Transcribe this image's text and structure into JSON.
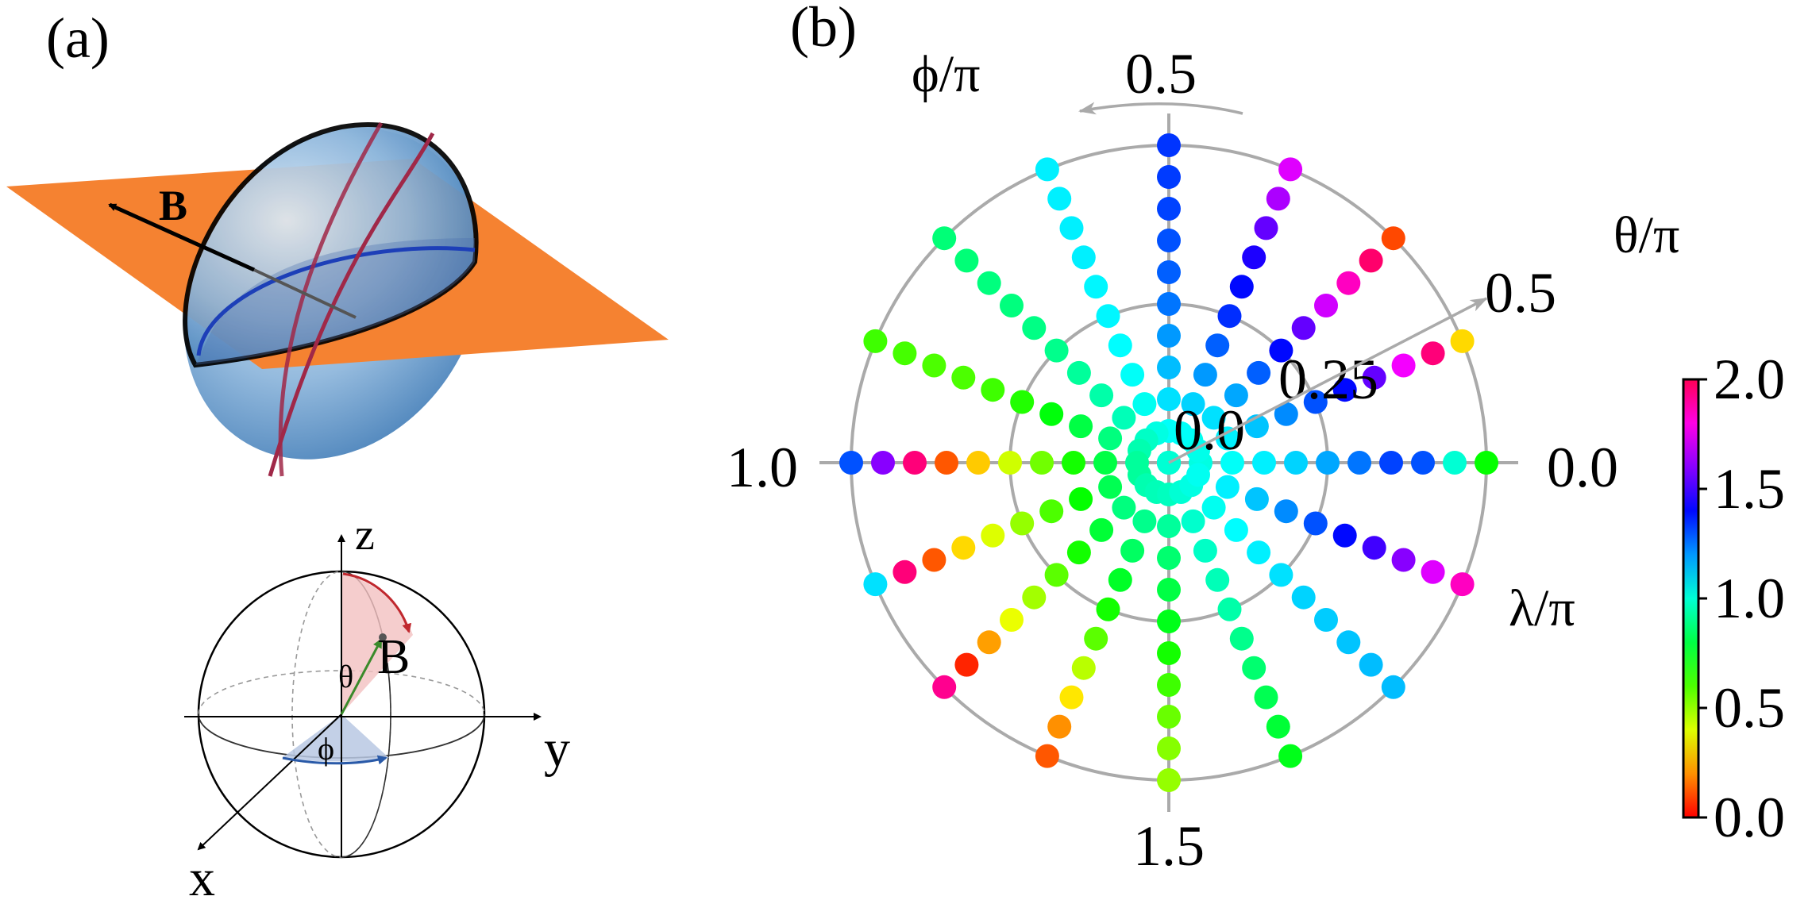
{
  "panel_a": {
    "label": "(a)",
    "field_label": "B",
    "axes": {
      "x": "x",
      "y": "y",
      "z": "z"
    },
    "vector_label": "B",
    "theta_label": "θ",
    "phi_label": "ϕ",
    "colors": {
      "plane": "#f58231",
      "ellipsoid": "#5b93c8",
      "ellipse_blue": "#1d3fb8",
      "ellipse_red": "#a02848"
    }
  },
  "panel_b": {
    "label": "(b)",
    "phi_axis_label": "ϕ/π",
    "theta_axis_label": "θ/π",
    "lambda_label": "λ/π"
  },
  "chart_data": {
    "type": "scatter",
    "coordinate_system": "polar",
    "angular_ticks": [
      {
        "value": 0.0,
        "label": "0.0"
      },
      {
        "value": 0.5,
        "label": "0.5"
      },
      {
        "value": 1.0,
        "label": "1.0"
      },
      {
        "value": 1.5,
        "label": "1.5"
      }
    ],
    "radial_ticks": [
      {
        "value": 0.0,
        "label": "0.0"
      },
      {
        "value": 0.25,
        "label": "0.25"
      },
      {
        "value": 0.5,
        "label": "0.5"
      }
    ],
    "radial_range": [
      0,
      0.5
    ],
    "angular_step": 0.125,
    "points_per_spoke": 11,
    "color_scale": {
      "min": 0.0,
      "max": 2.0,
      "colormap": "hsv"
    },
    "colorbar_ticks": [
      "0.0",
      "0.5",
      "1.0",
      "1.5",
      "2.0"
    ],
    "spokes": [
      {
        "phi": 0.0,
        "lambda": [
          1.0,
          1.02,
          1.05,
          1.08,
          1.12,
          1.18,
          1.25,
          1.32,
          1.3,
          1.0,
          0.7
        ]
      },
      {
        "phi": 0.125,
        "lambda": [
          1.0,
          1.03,
          1.08,
          1.14,
          1.22,
          1.3,
          1.4,
          1.55,
          1.75,
          1.95,
          0.3
        ]
      },
      {
        "phi": 0.25,
        "lambda": [
          1.0,
          1.04,
          1.1,
          1.18,
          1.28,
          1.4,
          1.55,
          1.7,
          1.85,
          1.97,
          0.1
        ]
      },
      {
        "phi": 0.375,
        "lambda": [
          1.0,
          1.05,
          1.12,
          1.2,
          1.28,
          1.35,
          1.4,
          1.45,
          1.55,
          1.65,
          1.72
        ]
      },
      {
        "phi": 0.5,
        "lambda": [
          1.0,
          1.05,
          1.1,
          1.15,
          1.2,
          1.25,
          1.28,
          1.3,
          1.32,
          1.33,
          1.34
        ]
      },
      {
        "phi": 0.625,
        "lambda": [
          1.0,
          1.02,
          1.04,
          1.05,
          1.06,
          1.07,
          1.07,
          1.08,
          1.08,
          1.08,
          1.08
        ]
      },
      {
        "phi": 0.75,
        "lambda": [
          1.0,
          0.98,
          0.96,
          0.94,
          0.92,
          0.9,
          0.89,
          0.88,
          0.88,
          0.87,
          0.87
        ]
      },
      {
        "phi": 0.875,
        "lambda": [
          1.0,
          0.95,
          0.88,
          0.8,
          0.72,
          0.66,
          0.62,
          0.6,
          0.6,
          0.61,
          0.62
        ]
      },
      {
        "phi": 1.0,
        "lambda": [
          1.0,
          0.92,
          0.8,
          0.68,
          0.55,
          0.42,
          0.28,
          0.12,
          1.95,
          1.6,
          1.3
        ]
      },
      {
        "phi": 1.125,
        "lambda": [
          1.0,
          0.92,
          0.82,
          0.7,
          0.6,
          0.5,
          0.4,
          0.3,
          0.12,
          1.95,
          1.1
        ]
      },
      {
        "phi": 1.25,
        "lambda": [
          1.0,
          0.95,
          0.88,
          0.78,
          0.68,
          0.58,
          0.48,
          0.38,
          0.22,
          0.05,
          1.92
        ]
      },
      {
        "phi": 1.375,
        "lambda": [
          1.0,
          0.96,
          0.9,
          0.84,
          0.76,
          0.68,
          0.58,
          0.45,
          0.32,
          0.2,
          0.12
        ]
      },
      {
        "phi": 1.5,
        "lambda": [
          1.0,
          0.97,
          0.92,
          0.86,
          0.8,
          0.74,
          0.68,
          0.62,
          0.56,
          0.52,
          0.5
        ]
      },
      {
        "phi": 1.625,
        "lambda": [
          1.0,
          1.0,
          0.99,
          0.98,
          0.96,
          0.94,
          0.9,
          0.86,
          0.82,
          0.78,
          0.74
        ]
      },
      {
        "phi": 1.75,
        "lambda": [
          1.0,
          1.02,
          1.04,
          1.06,
          1.08,
          1.1,
          1.12,
          1.13,
          1.14,
          1.15,
          1.15
        ]
      },
      {
        "phi": 1.875,
        "lambda": [
          1.0,
          1.04,
          1.08,
          1.14,
          1.22,
          1.3,
          1.4,
          1.5,
          1.6,
          1.72,
          1.85
        ]
      }
    ]
  }
}
